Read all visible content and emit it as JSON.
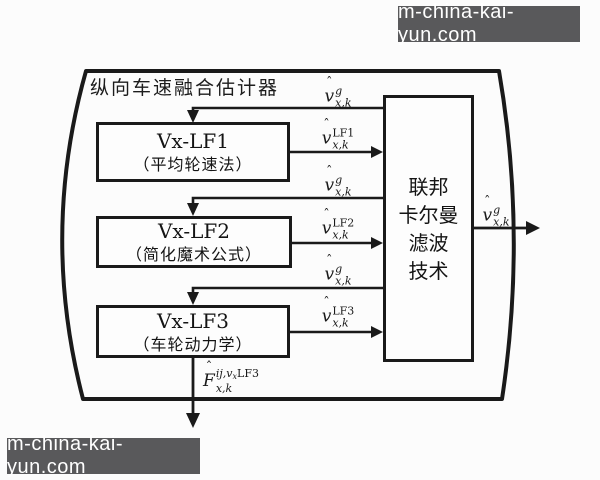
{
  "watermark": {
    "text": "m-china-kai-yun.com",
    "bg_color": "#59595b",
    "text_color": "#ffffff"
  },
  "diagram": {
    "title": "纵向车速融合估计器",
    "colors": {
      "line": "#1a1a1a",
      "box_fill": "#fdfdfd"
    },
    "boxes": {
      "lf1": {
        "line1": "Vx-LF1",
        "line2": "（平均轮速法）"
      },
      "lf2": {
        "line1": "Vx-LF2",
        "line2": "（简化魔术公式）"
      },
      "lf3": {
        "line1": "Vx-LF3",
        "line2": "（车轮动力学）"
      },
      "kalman": {
        "line1": "联邦",
        "line2": "卡尔曼",
        "line3": "滤波",
        "line4": "技术"
      }
    },
    "labels": {
      "g1": {
        "hat": "ˆ",
        "base": "v",
        "sup": "g",
        "sub": "x,k"
      },
      "lf1": {
        "hat": "ˆ",
        "base": "v",
        "sup": "LF1",
        "sub": "x,k"
      },
      "g2": {
        "hat": "ˆ",
        "base": "v",
        "sup": "g",
        "sub": "x,k"
      },
      "lf2": {
        "hat": "ˆ",
        "base": "v",
        "sup": "LF2",
        "sub": "x,k"
      },
      "g3": {
        "hat": "ˆ",
        "base": "v",
        "sup": "g",
        "sub": "x,k"
      },
      "lf3": {
        "hat": "ˆ",
        "base": "v",
        "sup": "LF3",
        "sub": "x,k"
      },
      "out": {
        "hat": "ˆ",
        "base": "v",
        "sup": "g",
        "sub": "x,k"
      },
      "force": {
        "hat": "ˆ",
        "base": "F",
        "sup_pre": "ij,v",
        "sup_sub": "x",
        "sup_post": "LF3",
        "sub": "x,k"
      }
    }
  }
}
